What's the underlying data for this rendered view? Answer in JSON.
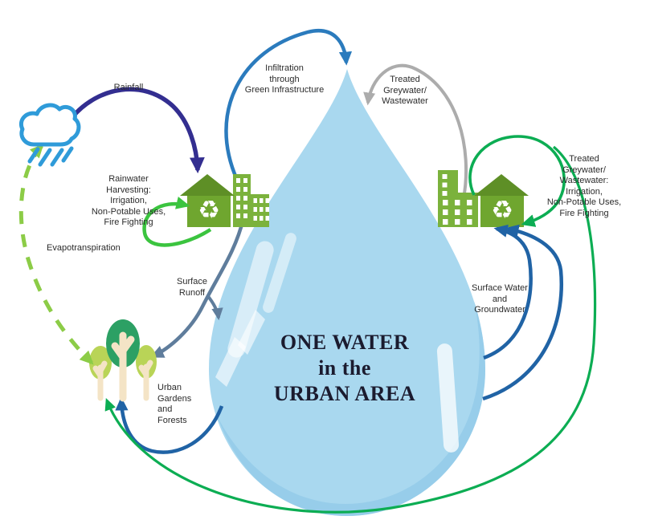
{
  "diagram": {
    "title": "ONE WATER\nin the\nURBAN AREA",
    "labels": {
      "rainfall": "Rainfall",
      "infiltration": "Infiltration\nthrough\nGreen Infrastructure",
      "treated_top": "Treated\nGreywater/\nWastewater",
      "rainwater_harvesting": "Rainwater\nHarvesting:\nIrrigation,\nNon-Potable Uses,\nFire Fighting",
      "evapotranspiration": "Evapotranspiration",
      "surface_runoff": "Surface\nRunoff",
      "treated_right": "Treated\nGreywater/\nWastewater:\nIrrigation,\nNon-Potable Uses,\nFire Fighting",
      "surface_groundwater": "Surface Water\nand\nGroundwater",
      "urban_gardens": "Urban\nGardens\nand\nForests"
    },
    "icons": {
      "recycle": "♻"
    },
    "colors": {
      "drop_fill": "#A9D8EF",
      "drop_shade": "#92CBE8",
      "rainfall_arrow": "#332E90",
      "infiltration_arrow": "#2B7BBD",
      "greywater_arrow": "#ACACAC",
      "runoff_arrow": "#5F7D9C",
      "groundwater_arrow": "#2063A5",
      "reuse_arrow": "#0CAD53",
      "harvest_arrow": "#3BC43F",
      "evapo_arrow": "#8CCC47",
      "building_green": "#7BB23C",
      "house_green": "#6FA62F",
      "roof_green": "#5E8F26",
      "tree_dark": "#2CA064",
      "tree_light": "#B9D457",
      "trunk": "#F4E4C6",
      "cloud_blue": "#2F9BD9",
      "title_color": "#1B1B2F",
      "label_color": "#2B2B2B"
    }
  }
}
